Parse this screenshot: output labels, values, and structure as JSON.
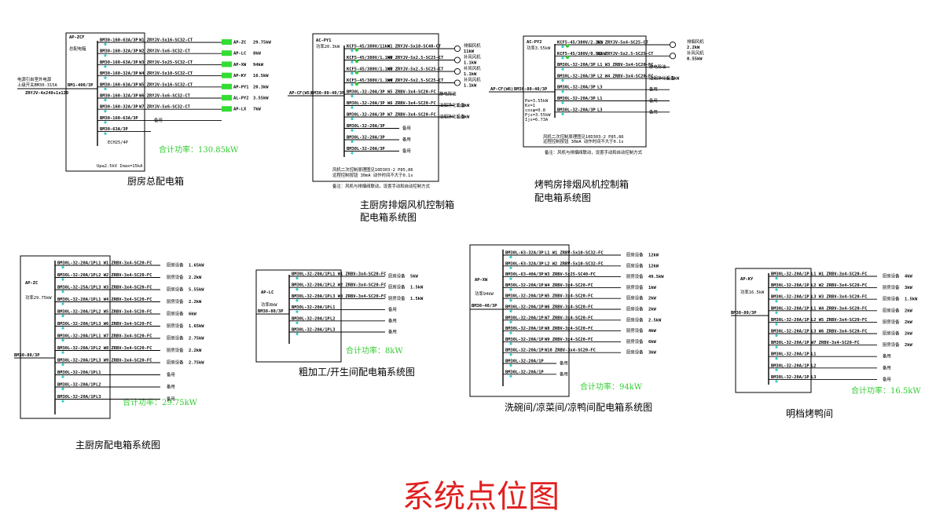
{
  "title": "系统点位图",
  "colors": {
    "accent_title": "#e02020",
    "total_green": "#33cc33",
    "breaker_cyan": "#33cccc",
    "feeder_green": "#33dd33"
  },
  "panels": {
    "kitchen_main": {
      "caption": "厨房总配电箱",
      "box_label": "AP-ZCF",
      "box_sub": "总配电箱",
      "incoming": [
        "电源引自室外电源",
        "上级开关BM30-315A",
        "ZRYJV-4x240+1x120"
      ],
      "main_breaker": "BM1-400/3P",
      "spd": "Up≤2.5kV Imax=15kA",
      "atse": "ECH25/4P",
      "total": "合计功率：130.85kW",
      "rows": [
        {
          "breaker": "BM30-160-63A/3P",
          "cable": "W1 ZRYJV-5x16-SC32-CT",
          "target": "AP-ZC",
          "power": "29.75kW"
        },
        {
          "breaker": "BM30-160-32A/3P",
          "cable": "W2 ZRYJV-5x6-SC32-CT",
          "target": "AP-LC",
          "power": "8kW"
        },
        {
          "breaker": "BM30-160-63A/3P",
          "cable": "W3 ZRYJV-5x25-SC32-CT",
          "target": "AP-XW",
          "power": "94kW"
        },
        {
          "breaker": "BM30-160-32A/3P",
          "cable": "W4 ZRYJV-5x10-SC32-CT",
          "target": "AP-KY",
          "power": "16.5kW"
        },
        {
          "breaker": "BM30-160-63A/3P",
          "cable": "W5 ZRYJV-5x16-SC32-CT",
          "target": "AP-PY1",
          "power": "20.3kW"
        },
        {
          "breaker": "BM30-160-32A/3P",
          "cable": "W6 ZRYJV-5x6-SC32-CT",
          "target": "AL-PY2",
          "power": "3.55kW"
        },
        {
          "breaker": "BM30-160-32A/3P",
          "cable": "W7 ZRYJV-5x6-SC32-CT",
          "target": "AP-LX",
          "power": "7kW"
        },
        {
          "breaker": "BM30-160-63A/3P",
          "cable": "",
          "target": "",
          "power": "备用"
        },
        {
          "breaker": "BM30-63A/3P",
          "cable": "",
          "target": "",
          "power": ""
        }
      ]
    },
    "main_exhaust": {
      "caption": "主厨房排烟风机控制箱",
      "caption2": "配电箱系统图",
      "box_label": "AC-PY1",
      "box_sub": "功率20.3kW",
      "incoming": "AP-CF(W5)",
      "main_breaker": "BM30-80-40/3P",
      "note1": "风机二次控制原理图见10D303-2 P85,86",
      "note2": "远程控制按钮 30mA 动作时间不大于0.1s",
      "note3": "备注：风机与排烟阀联动，设置手动和自动控制方式",
      "rows": [
        {
          "breaker": "KCF5-45/380V/11kW",
          "cable": "W1 ZRYJV-5x10-SC40-CT",
          "load": "排烟风机",
          "power": "11kW"
        },
        {
          "breaker": "KCF5-45/380V/1.1kW",
          "cable": "W2 ZRYJV-5x2.5-SC25-CT",
          "load": "补风风机",
          "power": "1.1kW"
        },
        {
          "breaker": "KCF5-45/380V/1.1kW",
          "cable": "W3 ZRYJV-5x2.5-SC25-CT",
          "load": "补风风机",
          "power": "1.1kW"
        },
        {
          "breaker": "KCF5-45/380V/1.1kW",
          "cable": "W4 ZRYJV-5x2.5-SC25-CT",
          "load": "补风风机",
          "power": "1.1kW"
        },
        {
          "breaker": "BM30L-32-20A/3P",
          "cable": "W5 ZRBV-3x4-SC20-FC",
          "load": "静电除油",
          "power": ""
        },
        {
          "breaker": "BM30L-32-20A/3P",
          "cable": "W6 ZRBV-3x4-SC20-FC",
          "load": "油烟净化设备",
          "power": "1.1kW"
        },
        {
          "breaker": "BM30L-32-20A/3P",
          "cable": "W7 ZRBV-3x4-SC20-FC",
          "load": "油烟净化设备",
          "power": "1.1kW"
        },
        {
          "breaker": "BM30L-32-20A/3P",
          "cable": "",
          "load": "备用",
          "power": ""
        },
        {
          "breaker": "BM30L-32-20A/3P",
          "cable": "",
          "load": "备用",
          "power": ""
        },
        {
          "breaker": "BM30L-32-20A/3P",
          "cable": "",
          "load": "备用",
          "power": ""
        }
      ]
    },
    "roast_exhaust": {
      "caption": "烤鸭房排烟风机控制箱",
      "caption2": "配电箱系统图",
      "box_label": "AC-PY2",
      "box_sub": "功率3.55kW",
      "incoming": "AP-CF(W6)",
      "main_breaker": "BM30-80-40/3P",
      "meter": [
        "Pe=3.55kW",
        "Kx=1",
        "cosφ=0.8",
        "Pjs=3.55kW",
        "Ijs=6.73A"
      ],
      "note1": "风机二次控制原理图见10D303-2 P85,86",
      "note2": "远程控制按钮 30mA 动作时间不大于0.1s",
      "note3": "备注：风机与排烟阀联动，设置手动和自动控制方式",
      "rows": [
        {
          "breaker": "KCF5-45/380V/2.2kW",
          "cable": "W1 ZRYJV-5x4-SC25-CT",
          "load": "排烟风机",
          "power": "2.2kW"
        },
        {
          "breaker": "KCF5-45/380V/0.55kW",
          "cable": "W2 ZRYJV-5x2.5-SC25-CT",
          "load": "补风风机",
          "power": "0.55kW"
        },
        {
          "breaker": "BM30L-32-20A/3P",
          "cable": "L1 W3 ZRBV-3x4-SC20-FC",
          "load": "静电除油",
          "power": ""
        },
        {
          "breaker": "BM30L-32-20A/3P",
          "cable": "L2 W4 ZRBV-3x4-SC20-FC",
          "load": "油烟净化设备",
          "power": "1.1kW"
        },
        {
          "breaker": "BM30L-32-20A/3P",
          "cable": "L3",
          "load": "备用",
          "power": ""
        },
        {
          "breaker": "BM30L-32-20A/3P",
          "cable": "L1",
          "load": "备用",
          "power": ""
        },
        {
          "breaker": "BM30L-32-20A/3P",
          "cable": "L3",
          "load": "备用",
          "power": ""
        }
      ]
    },
    "main_kitchen": {
      "caption": "主厨房配电箱系统图",
      "box_label": "AP-ZC",
      "box_sub": "功率29.75kW",
      "main_breaker": "BM30-80/3P",
      "total": "合计功率：29.75kW",
      "rows": [
        {
          "breaker": "BM30L-32-20A/1P",
          "cable": "L1 W1 ZRBV-3x4-SC20-FC",
          "load": "厨房设备",
          "power": "1.65kW"
        },
        {
          "breaker": "BM30L-32-20A/1P",
          "cable": "L2 W2 ZRBV-3x4-SC20-FC",
          "load": "厨房设备",
          "power": "2.2kW"
        },
        {
          "breaker": "BM30L-32-25A/1P",
          "cable": "L3 W3 ZRBV-3x4-SC20-FC",
          "load": "厨房设备",
          "power": "5.55kW"
        },
        {
          "breaker": "BM30L-32-20A/1P",
          "cable": "L1 W4 ZRBV-3x4-SC20-FC",
          "load": "厨房设备",
          "power": "2.2kW"
        },
        {
          "breaker": "BM30L-32-20A/1P",
          "cable": "L2 W5 ZRBV-3x4-SC20-FC",
          "load": "厨房设备",
          "power": "6kW"
        },
        {
          "breaker": "BM30L-32-20A/1P",
          "cable": "L3 W6 ZRBV-3x4-SC20-FC",
          "load": "厨房设备",
          "power": "1.65kW"
        },
        {
          "breaker": "BM30L-32-20A/1P",
          "cable": "L1 W7 ZRBV-3x4-SC20-FC",
          "load": "厨房设备",
          "power": "2.75kW"
        },
        {
          "breaker": "BM30L-32-20A/1P",
          "cable": "L2 W8 ZRBV-3x4-SC20-FC",
          "load": "厨房设备",
          "power": "2.2kW"
        },
        {
          "breaker": "BM30L-32-20A/1P",
          "cable": "L3 W9 ZRBV-3x4-SC20-FC",
          "load": "厨房设备",
          "power": "2.75kW"
        },
        {
          "breaker": "BM30L-32-20A/1P",
          "cable": "L1",
          "load": "备用",
          "power": ""
        },
        {
          "breaker": "BM30L-32-20A/1P",
          "cable": "L2",
          "load": "备用",
          "power": ""
        },
        {
          "breaker": "BM30L-32-20A/1P",
          "cable": "L3",
          "load": "备用",
          "power": ""
        }
      ]
    },
    "rough_proc": {
      "caption": "粗加工/开生间配电箱系统图",
      "box_label": "AP-LC",
      "box_sub": "功率8kW",
      "main_breaker": "BM30-80/3P",
      "total": "合计功率：8kW",
      "rows": [
        {
          "breaker": "BM30L-32-20A/1P",
          "cable": "L1 W1 ZRBV-3x4-SC20-FC",
          "load": "厨房设备",
          "power": "5kW"
        },
        {
          "breaker": "BM30L-32-20A/1P",
          "cable": "L2 W2 ZRBV-3x4-SC20-FC",
          "load": "厨房设备",
          "power": "1.5kW"
        },
        {
          "breaker": "BM30L-32-20A/1P",
          "cable": "L3 W3 ZRBV-3x4-SC20-FC",
          "load": "厨房设备",
          "power": "1.5kW"
        },
        {
          "breaker": "BM30L-32-20A/1P",
          "cable": "L1",
          "load": "备用",
          "power": ""
        },
        {
          "breaker": "BM30L-32-20A/1P",
          "cable": "L2",
          "load": "备用",
          "power": ""
        },
        {
          "breaker": "BM30L-32-20A/1P",
          "cable": "L3",
          "load": "备用",
          "power": ""
        }
      ]
    },
    "wash": {
      "caption": "洗碗间/凉菜间/凉鸭间配电箱系统图",
      "box_label": "AP-XW",
      "box_sub": "功率94kW",
      "main_breaker": "BM30-40/3P",
      "total": "合计功率：94kW",
      "rows": [
        {
          "breaker": "BM30L-63-32A/3P",
          "cable": "L1 W1 ZRBV-5x10-SC32-FC",
          "load": "厨房设备",
          "power": "12kW"
        },
        {
          "breaker": "BM30L-63-32A/3P",
          "cable": "L2 W2 ZRBV-5x10-SC32-FC",
          "load": "厨房设备",
          "power": "12kW"
        },
        {
          "breaker": "BM30L-63-40A/3P",
          "cable": "W3 ZRBV-5x25-SC40-FC",
          "load": "厨房设备",
          "power": "49.5kW"
        },
        {
          "breaker": "BM30L-32-20A/1P",
          "cable": "W4 ZRBV-3x4-SC20-FC",
          "load": "厨房设备",
          "power": "1kW"
        },
        {
          "breaker": "BM30L-32-20A/1P",
          "cable": "W5 ZRBV-3x4-SC20-FC",
          "load": "厨房设备",
          "power": "2kW"
        },
        {
          "breaker": "BM30L-32-20A/1P",
          "cable": "W6 ZRBV-3x4-SC20-FC",
          "load": "厨房设备",
          "power": "2kW"
        },
        {
          "breaker": "BM30L-32-20A/1P",
          "cable": "W7 ZRBV-3x4-SC20-FC",
          "load": "厨房设备",
          "power": "2.5kW"
        },
        {
          "breaker": "BM30L-32-20A/1P",
          "cable": "W8 ZRBV-3x4-SC20-FC",
          "load": "厨房设备",
          "power": "4kW"
        },
        {
          "breaker": "BM30L-32-20A/1P",
          "cable": "W9 ZRBV-3x4-SC20-FC",
          "load": "厨房设备",
          "power": "6kW"
        },
        {
          "breaker": "BM30L-32-20A/1P",
          "cable": "W10 ZRBV-3x4-SC20-FC",
          "load": "厨房设备",
          "power": "3kW"
        },
        {
          "breaker": "BM30L-32-20A/1P",
          "cable": "",
          "load": "备用",
          "power": ""
        },
        {
          "breaker": "BM30L-32-20A/1P",
          "cable": "",
          "load": "备用",
          "power": ""
        }
      ]
    },
    "roast": {
      "caption": "明档烤鸭间",
      "box_label": "AP-KY",
      "box_sub": "功率16.5kW",
      "main_breaker": "BM30-80/3P",
      "total": "合计功率：16.5kW",
      "rows": [
        {
          "breaker": "BM30L-32-20A/1P",
          "cable": "L1 W1 ZRBV-3x4-SC20-FC",
          "load": "厨房设备",
          "power": "4kW"
        },
        {
          "breaker": "BM30L-32-20A/1P",
          "cable": "L2 W2 ZRBV-3x4-SC20-FC",
          "load": "厨房设备",
          "power": "3kW"
        },
        {
          "breaker": "BM30L-32-20A/1P",
          "cable": "L3 W3 ZRBV-3x4-SC20-FC",
          "load": "厨房设备",
          "power": "1.5kW"
        },
        {
          "breaker": "BM30L-32-20A/1P",
          "cable": "L1 W4 ZRBV-3x4-SC20-FC",
          "load": "厨房设备",
          "power": "2kW"
        },
        {
          "breaker": "BM30L-32-20A/1P",
          "cable": "L2 W5 ZRBV-3x4-SC20-FC",
          "load": "厨房设备",
          "power": "2kW"
        },
        {
          "breaker": "BM30L-32-20A/1P",
          "cable": "L3 W6 ZRBV-3x4-SC20-FC",
          "load": "厨房设备",
          "power": "2kW"
        },
        {
          "breaker": "BM30L-32-20A/1P",
          "cable": "W7 ZRBV-3x4-SC20-FC",
          "load": "厨房设备",
          "power": "2kW"
        },
        {
          "breaker": "BM30L-32-20A/1P",
          "cable": "L1",
          "load": "备用",
          "power": ""
        },
        {
          "breaker": "BM30L-32-20A/1P",
          "cable": "L2",
          "load": "备用",
          "power": ""
        },
        {
          "breaker": "BM30L-32-20A/1P",
          "cable": "L3",
          "load": "备用",
          "power": ""
        }
      ]
    }
  }
}
